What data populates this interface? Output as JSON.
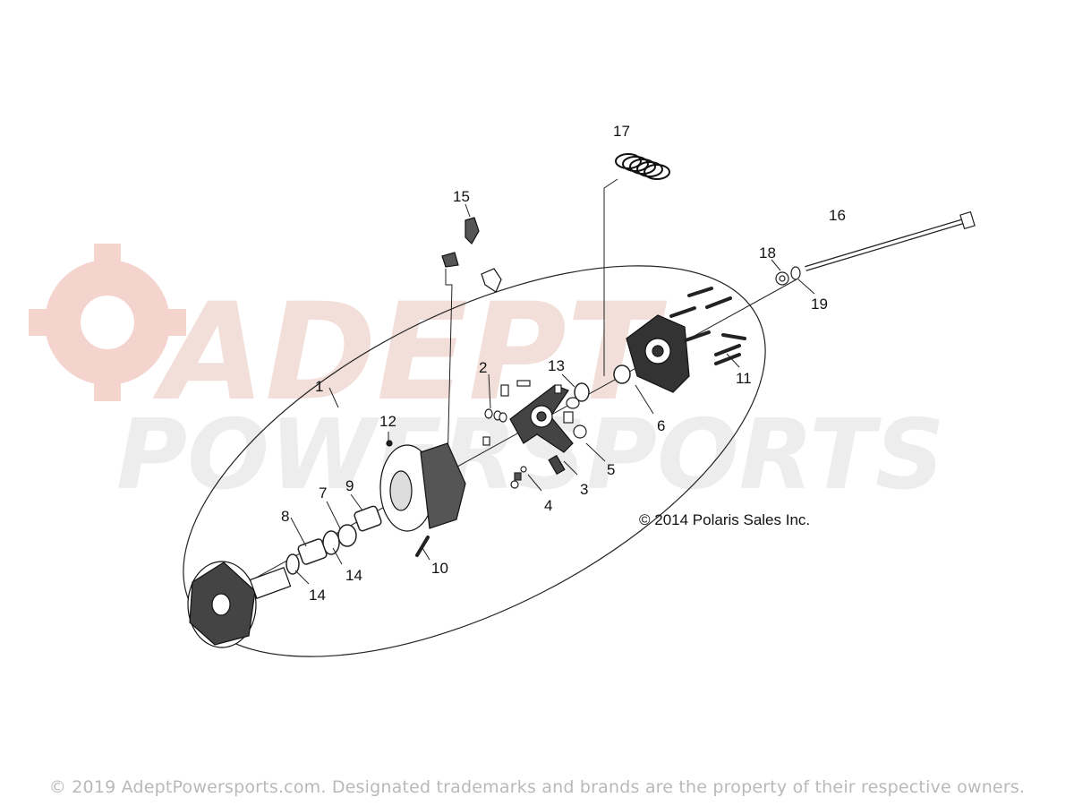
{
  "watermark": {
    "line1": "ADEPT",
    "line2": "POWERSPORTS",
    "color": "#f2dcd6",
    "gear_color": "#f4d4cc"
  },
  "diagram": {
    "callouts": {
      "c1": "1",
      "c2": "2",
      "c3": "3",
      "c4": "4",
      "c5": "5",
      "c6": "6",
      "c7": "7",
      "c8": "8",
      "c9": "9",
      "c10": "10",
      "c11": "11",
      "c12": "12",
      "c13": "13",
      "c14a": "14",
      "c14b": "14",
      "c15": "15",
      "c16": "16",
      "c17": "17",
      "c18": "18",
      "c19": "19"
    },
    "copyright": "© 2014 Polaris Sales Inc."
  },
  "footer": {
    "text": "© 2019 AdeptPowersports.com. Designated trademarks and brands are the property of their respective owners."
  }
}
